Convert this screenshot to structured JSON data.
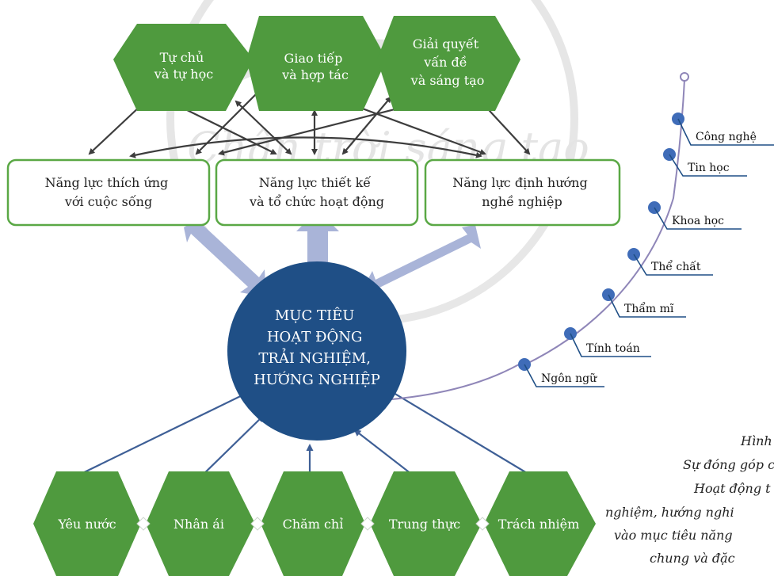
{
  "watermark": "Chân trời sáng tạo",
  "top_competencies": [
    {
      "lines": [
        "Tự chủ",
        "và tự học"
      ]
    },
    {
      "lines": [
        "Giao tiếp",
        "và hợp tác"
      ]
    },
    {
      "lines": [
        "Giải quyết",
        "vấn đề",
        "và sáng tạo"
      ]
    }
  ],
  "specific_competencies": [
    {
      "lines": [
        "Năng lực thích ứng",
        "với cuộc sống"
      ]
    },
    {
      "lines": [
        "Năng lực thiết kế",
        "và tổ chức hoạt động"
      ]
    },
    {
      "lines": [
        "Năng lực định hướng",
        "nghề nghiệp"
      ]
    }
  ],
  "center": {
    "lines": [
      "MỤC TIÊU",
      "HOẠT ĐỘNG",
      "TRẢI NGHIỆM,",
      "HƯỚNG NGHIỆP"
    ]
  },
  "qualities": [
    "Yêu nước",
    "Nhân ái",
    "Chăm chỉ",
    "Trung thực",
    "Trách nhiệm"
  ],
  "subject_competencies": [
    "Ngôn ngữ",
    "Tính toán",
    "Thẩm mĩ",
    "Thể chất",
    "Khoa học",
    "Tin học",
    "Công nghệ"
  ],
  "caption": {
    "lines": [
      "Hình",
      "Sự đóng góp c",
      "Hoạt động t",
      "nghiệm, hướng nghi",
      "vào mục tiêu năng",
      "chung và đặc"
    ]
  },
  "colors": {
    "green": "#4f9a3e",
    "green_border": "#5aa845",
    "navy": "#1f4f86",
    "arrow_dark": "#3d3d3d",
    "arrow_blue": "#3e5f96",
    "big_arrow": "#a9b4d8",
    "curve": "#8f86b8",
    "dot": "#3f6cb8"
  }
}
